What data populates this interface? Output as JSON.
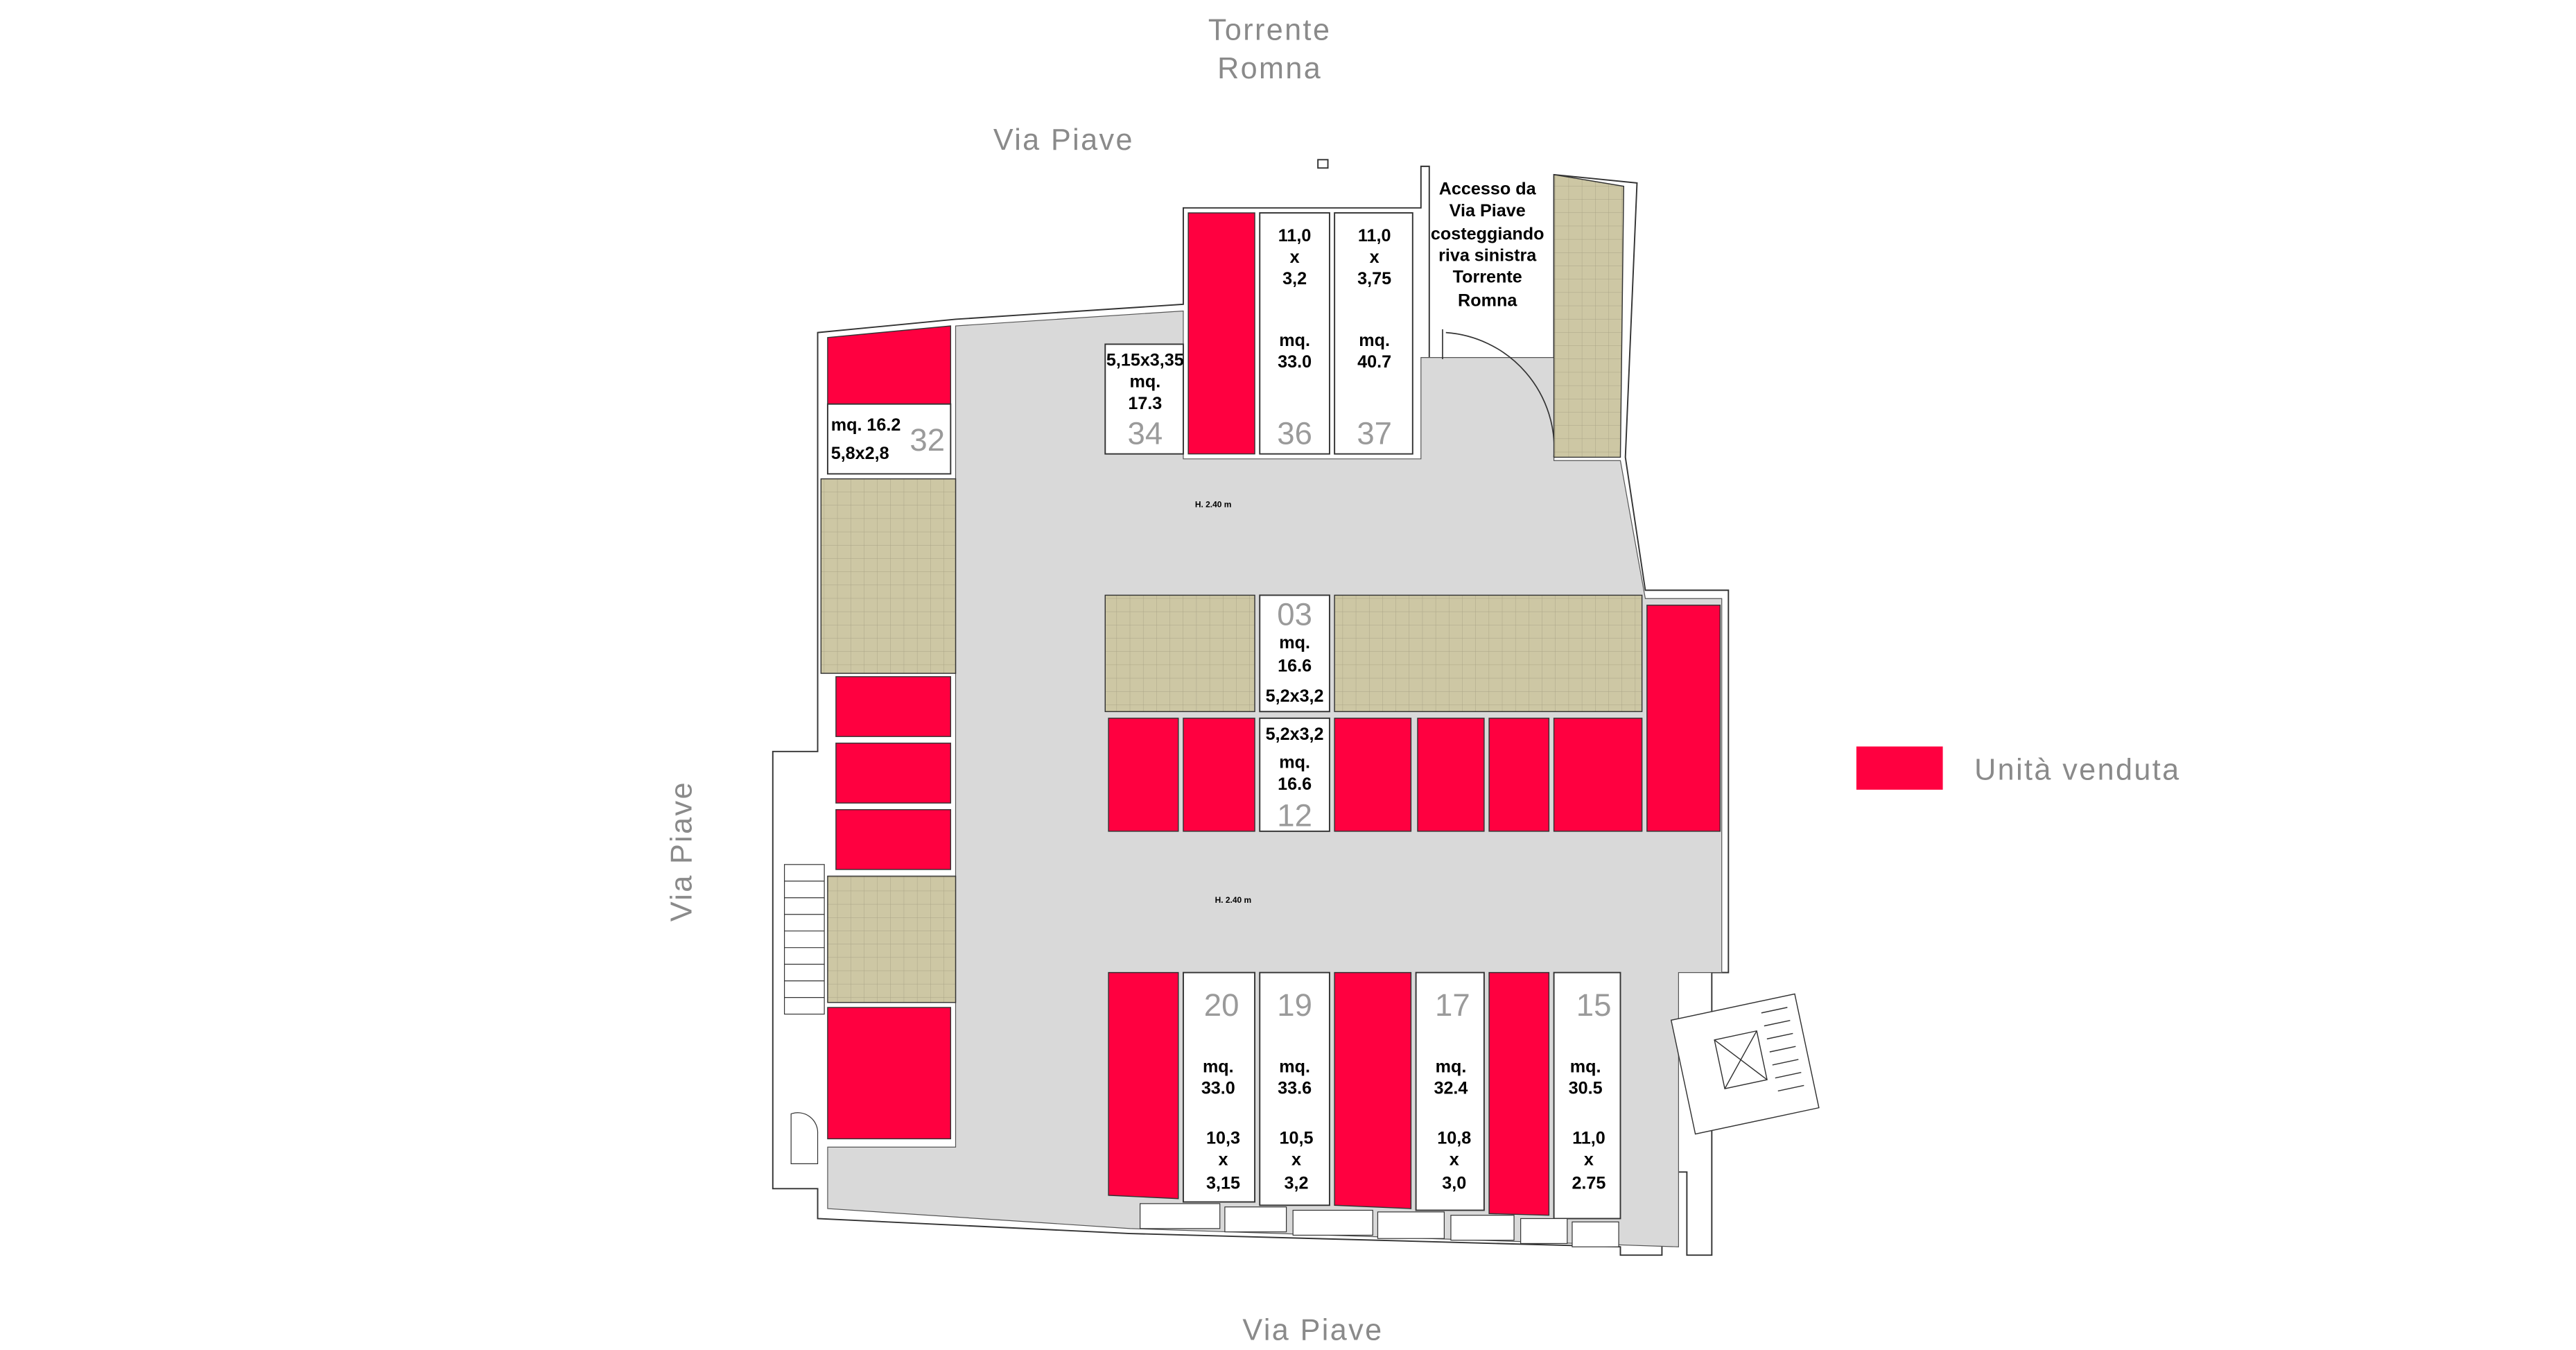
{
  "streets": {
    "river_line1": "Torrente",
    "river_line2": "Romna",
    "top": "Via Piave",
    "left": "Via Piave",
    "bottom": "Via Piave"
  },
  "access_note": [
    "Accesso da",
    "Via Piave",
    "costeggiando",
    "riva sinistra",
    "Torrente",
    "Romna"
  ],
  "heights": {
    "upper": "H. 2.40 m",
    "lower": "H. 2.40 m"
  },
  "legend": {
    "label": "Unità venduta",
    "color": "#ff0040"
  },
  "colors": {
    "sold": "#ff0040",
    "floor": "#d9d9d9",
    "green_area": "#cdc7a4"
  },
  "units": {
    "u34": {
      "number": "34",
      "lines": [
        "5,15x3,35",
        "mq.",
        "17.3"
      ]
    },
    "u36": {
      "number": "36",
      "dims": [
        "11,0",
        "x",
        "3,2"
      ],
      "area": [
        "mq.",
        "33.0"
      ]
    },
    "u37": {
      "number": "37",
      "dims": [
        "11,0",
        "x",
        "3,75"
      ],
      "area": [
        "mq.",
        "40.7"
      ]
    },
    "u32": {
      "number": "32",
      "area": "mq. 16.2",
      "dims": "5,8x2,8"
    },
    "u03": {
      "number": "03",
      "area": [
        "mq.",
        "16.6"
      ],
      "dims": "5,2x3,2"
    },
    "u12": {
      "number": "12",
      "dims": "5,2x3,2",
      "area": [
        "mq.",
        "16.6"
      ]
    },
    "u20": {
      "number": "20",
      "area": [
        "mq.",
        "33.0"
      ],
      "dims": [
        "10,3",
        "x",
        "3,15"
      ]
    },
    "u19": {
      "number": "19",
      "area": [
        "mq.",
        "33.6"
      ],
      "dims": [
        "10,5",
        "x",
        "3,2"
      ]
    },
    "u17": {
      "number": "17",
      "area": [
        "mq.",
        "32.4"
      ],
      "dims": [
        "10,8",
        "x",
        "3,0"
      ]
    },
    "u15": {
      "number": "15",
      "area": [
        "mq.",
        "30.5"
      ],
      "dims": [
        "11,0",
        "x",
        "2.75"
      ]
    }
  }
}
